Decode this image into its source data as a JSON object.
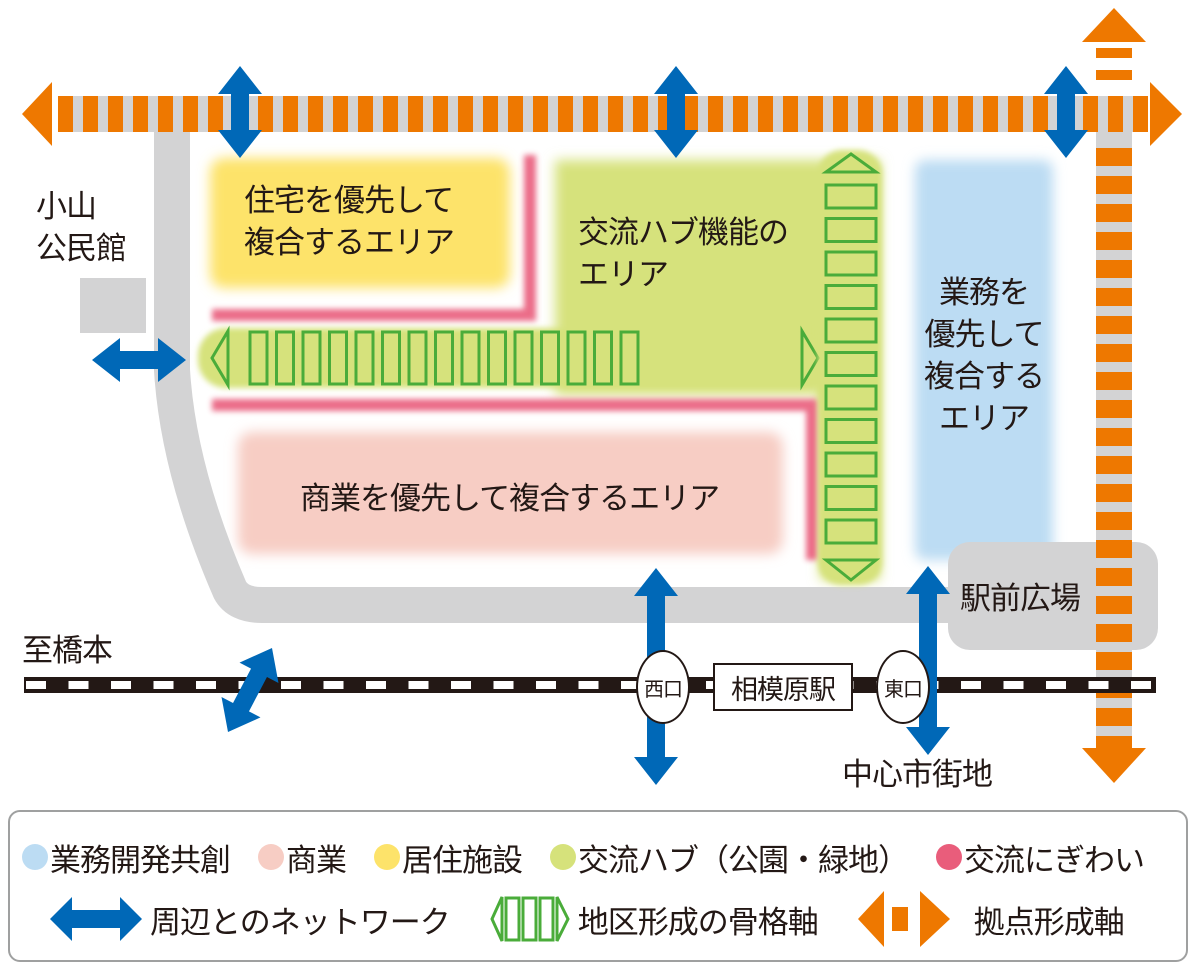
{
  "title": "相模原駅周辺 地区形成の方針図",
  "colors": {
    "business": "#bcdcf3",
    "commerce": "#f7cdc4",
    "residential": "#fde36a",
    "hub": "#d6e27b",
    "hub_line": "#4aac3a",
    "nigiwai": "#e95d7b",
    "network": "#0068b7",
    "base_axis": "#ee7800",
    "road": "#d3d3d4",
    "rail": "#231815"
  },
  "map": {
    "places": {
      "oyama_kominkan": "小山\n公民館",
      "oyama_line1": "小山",
      "oyama_line2": "公民館",
      "to_hashimoto": "至橋本",
      "central_city": "中心市街地",
      "station_plaza": "駅前広場",
      "station": "相模原駅",
      "west_gate": "西口",
      "east_gate": "東口"
    },
    "areas": {
      "residential_line1": "住宅を優先して",
      "residential_line2": "複合するエリア",
      "hub_line1": "交流ハブ機能の",
      "hub_line2": "エリア",
      "business_line1": "業務を",
      "business_line2": "優先して",
      "business_line3": "複合する",
      "business_line4": "エリア",
      "commerce": "商業を優先して複合するエリア"
    }
  },
  "legend": {
    "zones": [
      {
        "label": "業務開発共創",
        "color": "#bcdcf3"
      },
      {
        "label": "商業",
        "color": "#f7cdc4"
      },
      {
        "label": "居住施設",
        "color": "#fde36a"
      },
      {
        "label": "交流ハブ（公園・緑地）",
        "color": "#d6e27b"
      },
      {
        "label": "交流にぎわい",
        "color": "#e95d7b"
      }
    ],
    "lines": [
      {
        "label": "周辺とのネットワーク",
        "icon": "blue-double-arrow-icon"
      },
      {
        "label": "地区形成の骨格軸",
        "icon": "green-segmented-axis-icon"
      },
      {
        "label": "拠点形成軸",
        "icon": "orange-dashed-arrow-icon"
      }
    ]
  }
}
